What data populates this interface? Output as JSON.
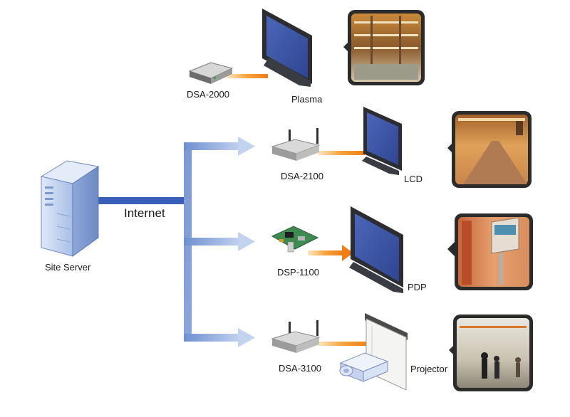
{
  "labels": {
    "site_server": "Site Server",
    "internet": "Internet"
  },
  "devices": [
    {
      "name": "DSA-2000",
      "display": "Plasma"
    },
    {
      "name": "DSA-2100",
      "display": "LCD"
    },
    {
      "name": "DSP-1100",
      "display": "PDP"
    },
    {
      "name": "DSA-3100",
      "display": "Projector"
    }
  ],
  "colors": {
    "network_blue": "#3a5fb8",
    "arrow_light": "#a9c0e6",
    "cable_orange": "#f08a1c",
    "screen_blue": "#3f57a8",
    "bezel": "#2b2d33",
    "server_light": "#c9d8f2"
  },
  "icons": [
    "server-icon",
    "set-top-box-icon",
    "router-icon",
    "media-player-board-icon",
    "monitor-icon",
    "projector-icon",
    "projection-screen-icon"
  ]
}
